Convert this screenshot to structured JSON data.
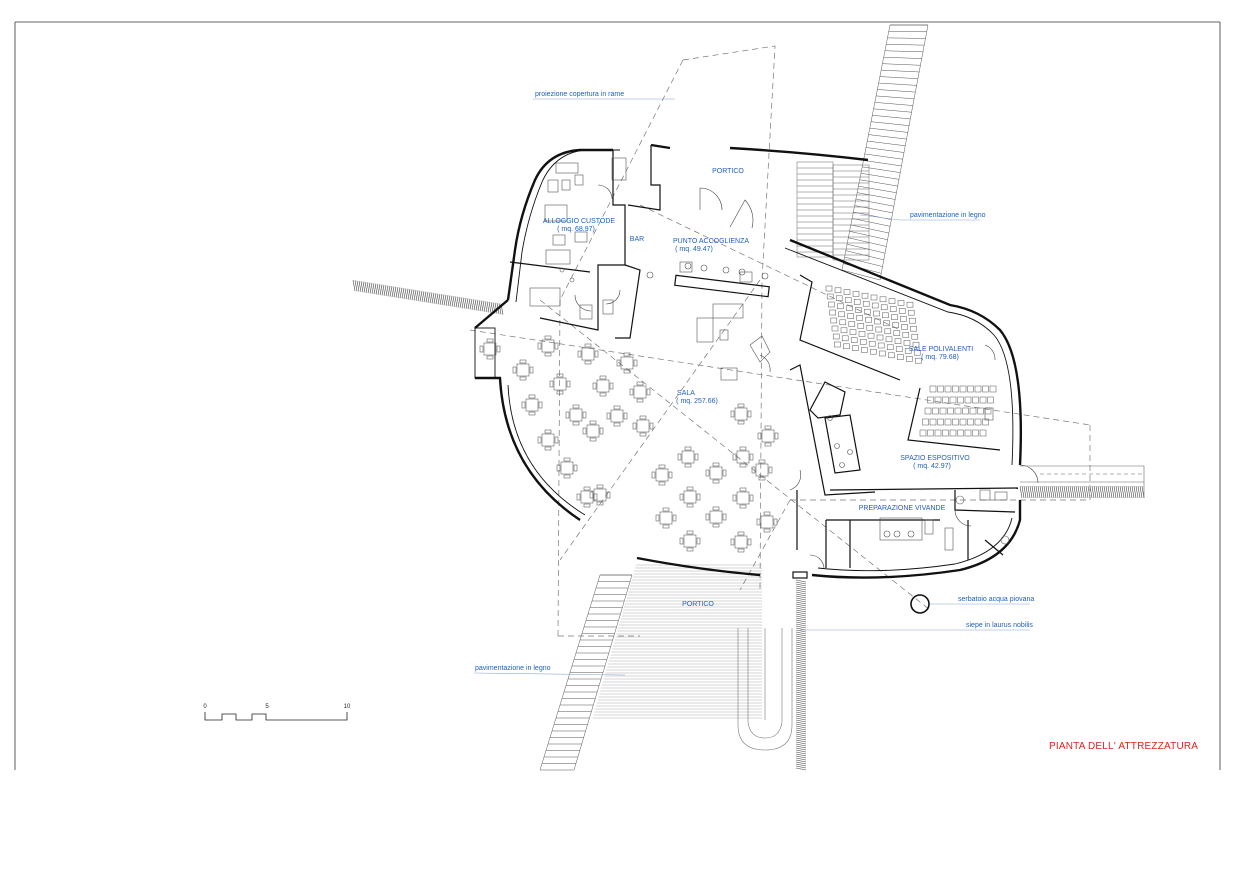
{
  "drawing": {
    "title": "PIANTA DELL' ATTREZZATURA",
    "rooms": {
      "portico_north": "PORTICO",
      "alloggio_name": "ALLOGGIO CUSTODE",
      "alloggio_area": "( mq. 68.97)",
      "bar": "BAR",
      "accoglienza_name": "PUNTO ACCOGLIENZA",
      "accoglienza_area": "( mq. 49.47)",
      "sale_name": "SALE POLIVALENTI",
      "sale_area": "( mq. 79.68)",
      "sala_name": "SALA",
      "sala_area": "( mq. 257.66)",
      "espositivo_name": "SPAZIO ESPOSITIVO",
      "espositivo_area": "( mq. 42.97)",
      "preparazione": "PREPARAZIONE VIVANDE",
      "portico_south": "PORTICO"
    },
    "annotations": {
      "proiezione": "proiezione copertura in rame",
      "pav_legno_east": "pavimentazione in legno",
      "serbatoio": "serbatoio acqua piovana",
      "siepe": "siepe in laurus nobilis",
      "pav_legno_south": "pavimentazione in legno"
    },
    "scale_bar": {
      "labels": [
        "0",
        "5",
        "10"
      ]
    },
    "colors": {
      "label_blue": "#1f5fbf",
      "title_red": "#e0221c",
      "line": "#1a1a1a"
    }
  }
}
